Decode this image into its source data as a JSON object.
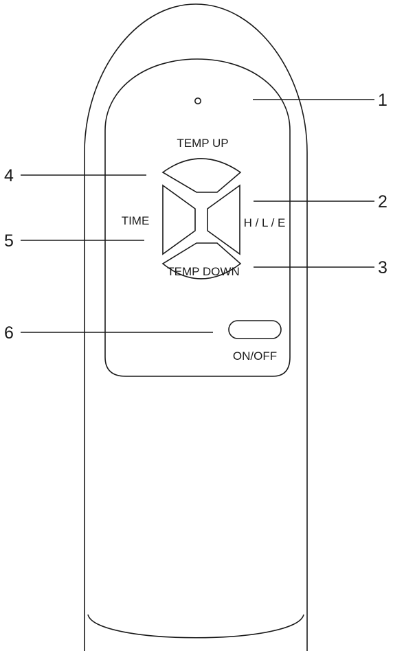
{
  "remote": {
    "labels": {
      "temp_up": "TEMP UP",
      "temp_down": "TEMP DOWN",
      "time": "TIME",
      "hle": "H / L / E",
      "on_off": "ON/OFF"
    },
    "callouts": [
      "1",
      "2",
      "3",
      "4",
      "5",
      "6"
    ]
  }
}
